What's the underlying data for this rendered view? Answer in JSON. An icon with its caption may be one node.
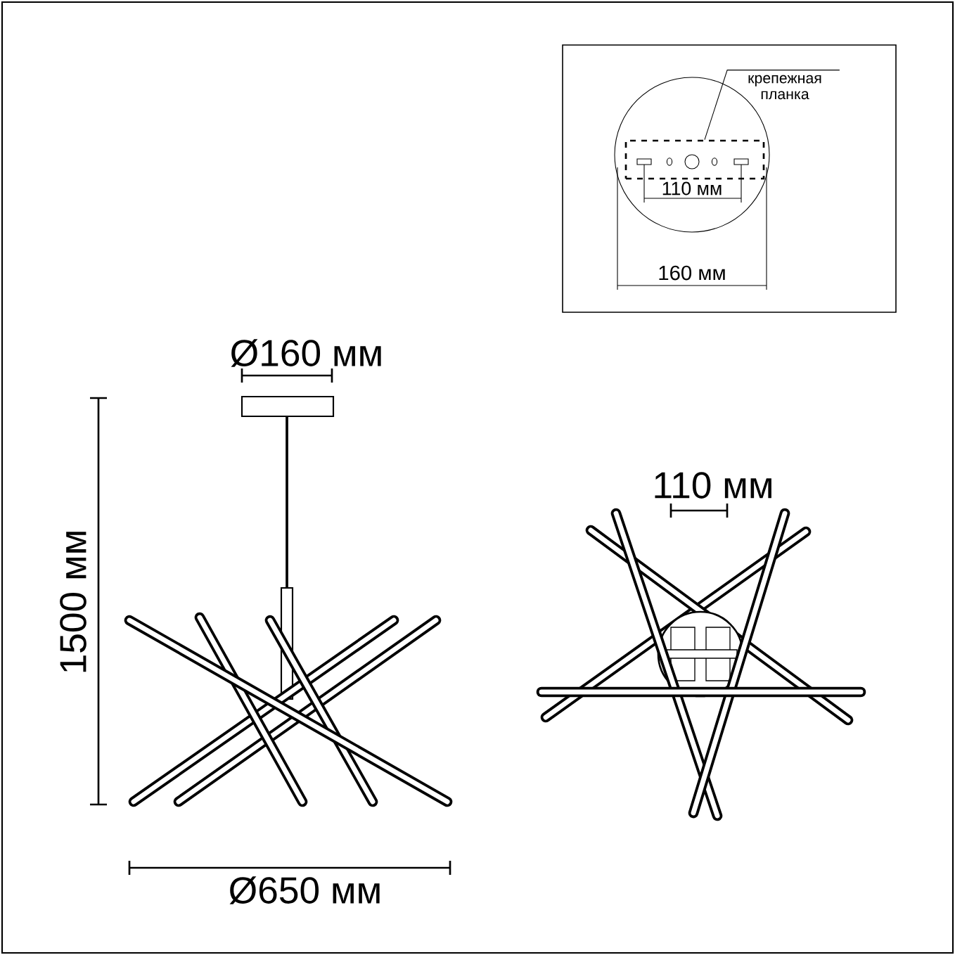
{
  "diagram": {
    "nodes": [
      {
        "text": [
          "крепежная планка"
        ]
      },
      {
        "text": [],
        "shape": "box"
      }
    ],
    "edges": [
      {
        "from": 0,
        "to": 1,
        "arrow": "none"
      }
    ],
    "labels": [
      "110 мм",
      "160 мм",
      "Ø160 мм",
      "110 мм",
      "1500 мм",
      "Ø650 мм"
    ]
  }
}
